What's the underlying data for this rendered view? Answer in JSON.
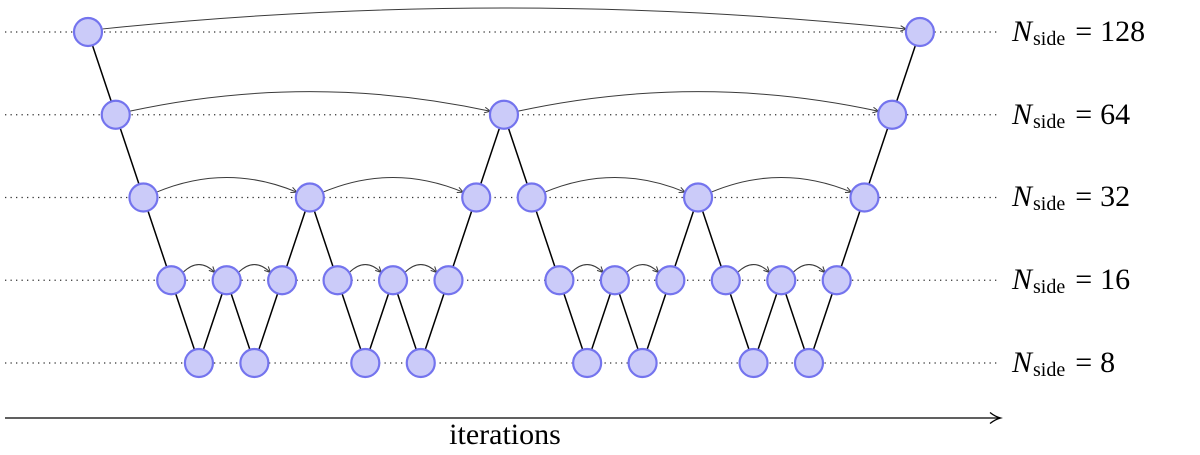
{
  "diagram": {
    "label": {
      "symbol": "N",
      "subscript": "side",
      "relation": "="
    },
    "levels": [
      "128",
      "64",
      "32",
      "16",
      "8"
    ],
    "path": [
      128,
      64,
      32,
      16,
      8,
      16,
      8,
      16,
      32,
      16,
      8,
      16,
      8,
      16,
      32,
      64,
      32,
      16,
      8,
      16,
      8,
      16,
      32,
      16,
      8,
      16,
      8,
      16,
      32,
      64,
      128
    ],
    "axis_label": "iterations",
    "colors": {
      "node_fill": "#cbcbf9",
      "node_stroke": "#7474ee",
      "edge": "#000000",
      "arrow": "#3a3a3a",
      "guide": "#333333"
    }
  }
}
